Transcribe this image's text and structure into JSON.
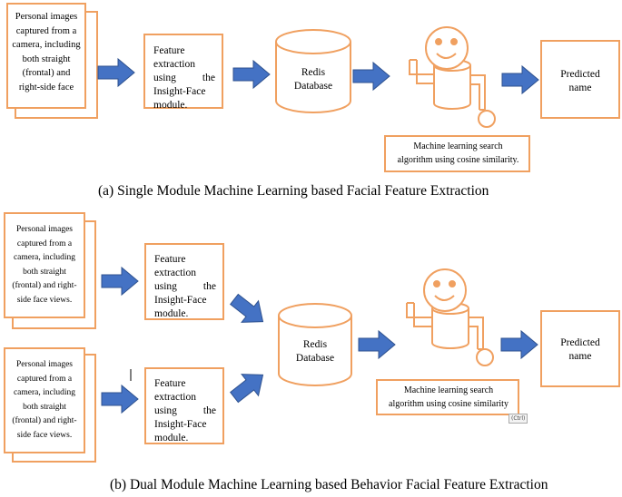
{
  "panel_a": {
    "input_text": "Personal images captured from a camera, including both straight (frontal) and right-side face",
    "feature_text": "Feature extraction using the Insight-Face module.",
    "db_text": "Redis Database",
    "search_text": "Machine learning search algorithm using cosine similarity.",
    "output_text": "Predicted name",
    "caption": "(a) Single Module Machine Learning based Facial Feature Extraction"
  },
  "panel_b": {
    "input1_text": "Personal images captured from a camera, including both straight (frontal) and right-side face views.",
    "input2_text": "Personal images captured from a camera, including both straight (frontal) and right-side face views.",
    "feature1_text": "Feature extraction using the Insight-Face module.",
    "feature2_text": "Feature extraction using the Insight-Face module.",
    "db_text": "Redis Database",
    "search_text": "Machine learning search algorithm using cosine similarity",
    "output_text": "Predicted name",
    "caption": "(b) Dual Module Machine Learning based Behavior Facial Feature Extraction",
    "paste_hint": "(Ctrl)"
  },
  "colors": {
    "box_border": "#f0a060",
    "arrow_fill": "#4472c4",
    "arrow_stroke": "#2f528f"
  }
}
